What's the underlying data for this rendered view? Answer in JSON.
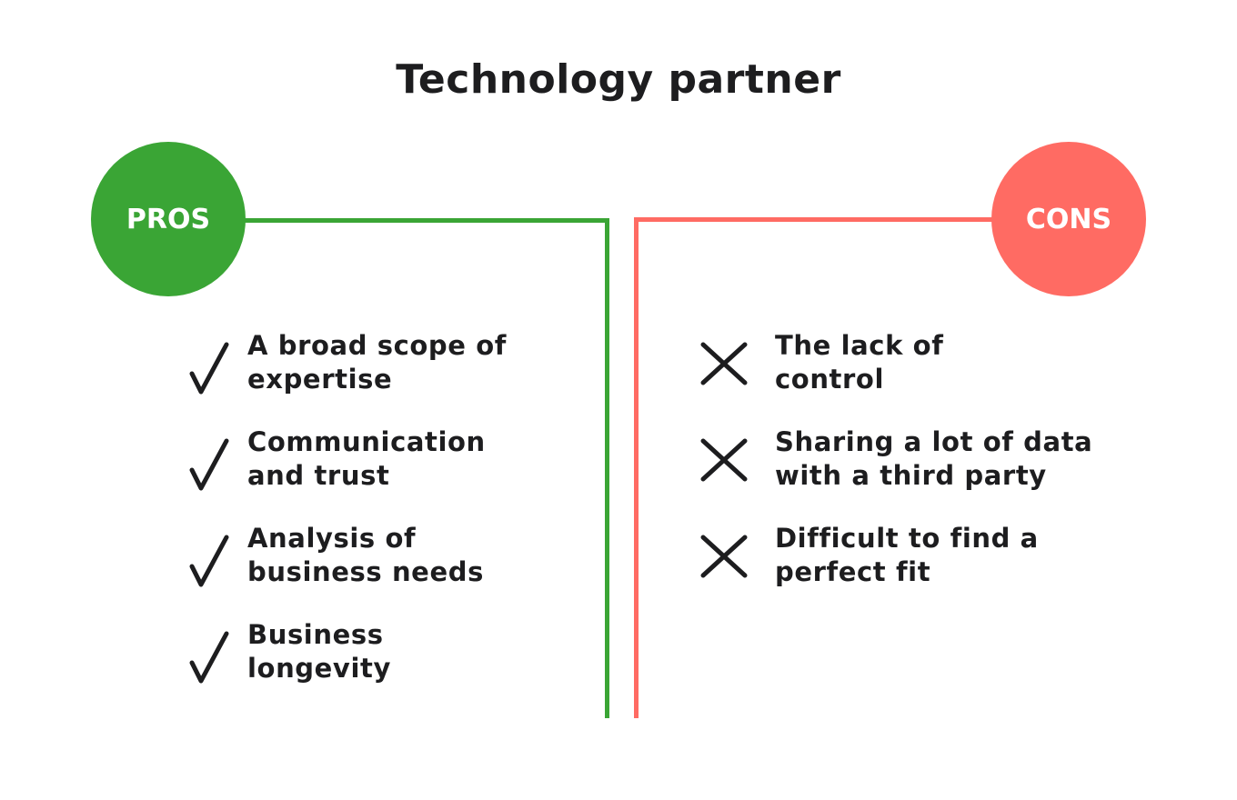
{
  "title": "Technology partner",
  "colors": {
    "pros": "#3aa535",
    "cons": "#ff6b63",
    "text": "#1d1d1f"
  },
  "pros": {
    "label": "PROS",
    "icon": "check-icon",
    "items": [
      {
        "text": "A broad scope of\nexpertise"
      },
      {
        "text": "Communication\nand trust"
      },
      {
        "text": "Analysis of\nbusiness needs"
      },
      {
        "text": "Business\nlongevity"
      }
    ]
  },
  "cons": {
    "label": "CONS",
    "icon": "cross-icon",
    "items": [
      {
        "text": "The lack of\ncontrol"
      },
      {
        "text": "Sharing a lot of data\nwith a third party"
      },
      {
        "text": "Difficult to find a\nperfect fit"
      }
    ]
  }
}
